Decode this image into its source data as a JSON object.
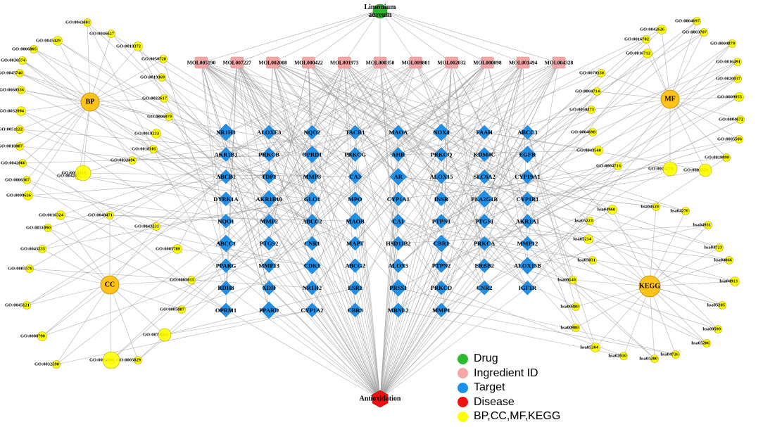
{
  "colors": {
    "drug": "#2eb82e",
    "ingredient": "#f4a7a7",
    "target": "#1e90e8",
    "disease": "#ee1111",
    "go": "#ffff00",
    "hub": "#ffc31a",
    "edge": "#9a9a9a"
  },
  "drug": {
    "label": "Limonium aureum"
  },
  "disease": {
    "label": "Antioxidation"
  },
  "hubs": {
    "bp": "BP",
    "mf": "MF",
    "cc": "CC",
    "kegg": "KEGG"
  },
  "ingredients": [
    "MOL005190",
    "MOL007227",
    "MOL002008",
    "MOL000422",
    "MOL001973",
    "MOL000350",
    "MOL009801",
    "MOL002032",
    "MOL000098",
    "MOL001494",
    "MOL004328"
  ],
  "targets": [
    [
      "NR1H3",
      "ALOXE3",
      "NQO2",
      "TACR1",
      "MAOA",
      "NOX4",
      "FAAH",
      "ABCC3"
    ],
    [
      "AKR1B1",
      "PRKCB",
      "OPRD1",
      "PRKCG",
      "AHR",
      "PRKCQ",
      "KDM4C",
      "EGFR"
    ],
    [
      "ABCB1",
      "TDP1",
      "MMP3",
      "CA3",
      "AR",
      "ALOX15",
      "SLC6A2",
      "CYP19A1"
    ],
    [
      "DYRK1A",
      "AKR1B10",
      "GLO1",
      "MPO",
      "CYP1A1",
      "INSR",
      "PLA2G1B",
      "CYP1B1"
    ],
    [
      "NQO1",
      "MMP2",
      "ABCC2",
      "MAOB",
      "CA1",
      "PTPN1",
      "PTGS1",
      "AKR1A1"
    ],
    [
      "ABCC1",
      "PTGS2",
      "CNR1",
      "MAPT",
      "HSD11B2",
      "CBR1",
      "PRKCA",
      "MMP12"
    ],
    [
      "PPARG",
      "MMP13",
      "CDK1",
      "ABCG2",
      "ALOX5",
      "PTPN2",
      "ERBB2",
      "ALOX15B"
    ],
    [
      "RDH8",
      "XDH",
      "NR1H2",
      "ESR1",
      "PRSS1",
      "PRKCD",
      "CNR2",
      "IGF1R"
    ],
    [
      "OPRM1",
      "PPARD",
      "CYP1A2",
      "CBR3",
      "MBNL2",
      "MMP1"
    ]
  ],
  "go_bp": [
    "GO:0045429",
    "GO:0043401",
    "GO:0006805",
    "GO:0030574",
    "GO:0046627",
    "GO:0019372",
    "GO:0045740",
    "GO:0050728",
    "GO:0060336",
    "GO:0019369",
    "GO:0032094",
    "GO:0022617",
    "GO:0051122",
    "GO:0006979",
    "GO:0010887",
    "GO:0019233",
    "GO:0042060",
    "GO:0018105",
    "GO:0006367",
    "GO:0032496",
    "GO:0009636",
    "GO:0042493",
    "GO:0055114"
  ],
  "go_mf": [
    "GO:0042626",
    "GO:0004697",
    "GO:0003707",
    "GO:0016702",
    "GO:0004879",
    "GO:0016712",
    "GO:0016491",
    "GO:0070330",
    "GO:0020037",
    "GO:0004714",
    "GO:0009055",
    "GO:0050473",
    "GO:0004672",
    "GO:0004698",
    "GO:0005506",
    "GO:0043560",
    "GO:0019899",
    "GO:0004716",
    "GO:0008270",
    "GO:0005524"
  ],
  "go_cc": [
    "GO:0016324",
    "GO:0048471",
    "GO:0031090",
    "GO:0043231",
    "GO:0043235",
    "GO:0005789",
    "GO:0005578",
    "GO:0005615",
    "GO:0045121",
    "GO:0005887",
    "GO:0000790",
    "GO:0070062",
    "GO:0032590",
    "GO:0005829",
    "GO:0005886"
  ],
  "kegg": [
    "hsa04960",
    "hsa04520",
    "hsa04270",
    "hsa05223",
    "hsa04931",
    "hsa05214",
    "hsa04723",
    "hsa05031",
    "hsa04066",
    "hsa00140",
    "hsa04913",
    "hsa00380",
    "hsa05205",
    "hsa00980",
    "hsa00590",
    "hsa05204",
    "hsa05206",
    "hsa02010",
    "hsa05200",
    "hsa04726"
  ],
  "legend": [
    {
      "label": "Drug",
      "color": "#2eb82e"
    },
    {
      "label": "Ingredient ID",
      "color": "#f4a7a7"
    },
    {
      "label": "Target",
      "color": "#1e90e8"
    },
    {
      "label": "Disease",
      "color": "#ee1111"
    },
    {
      "label": "BP,CC,MF,KEGG",
      "color": "#ffff00"
    }
  ]
}
